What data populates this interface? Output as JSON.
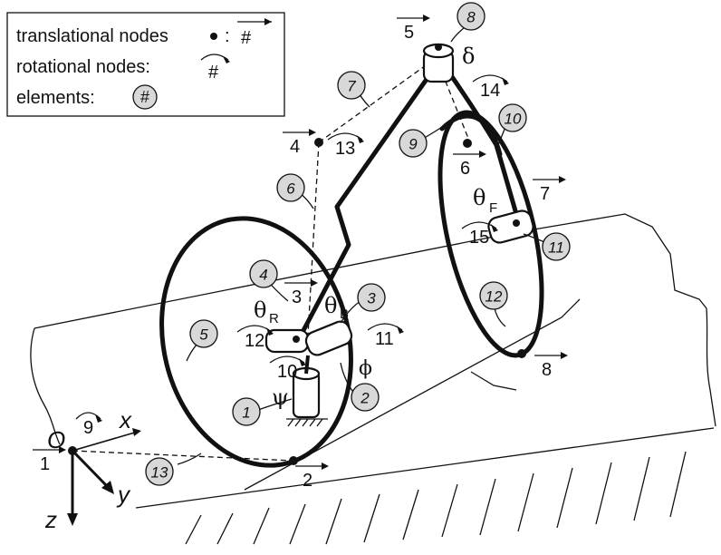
{
  "legend": {
    "translational_label": "translational nodes",
    "translational_sep": ":",
    "translational_sample": "#",
    "rotational_label": "rotational nodes:",
    "rotational_sample": "#",
    "elements_label": "elements:",
    "elements_sample": "#"
  },
  "axes": {
    "origin": "O",
    "x": "x",
    "y": "y",
    "z": "z"
  },
  "symbols": {
    "delta": "δ",
    "theta_f": "θ",
    "theta_f_sub": "F",
    "theta_r": "θ",
    "theta_r_sub": "R",
    "theta_b": "θ",
    "theta_b_sub": "B",
    "phi": "ϕ",
    "psi": "ψ"
  },
  "translational_nodes": [
    "1",
    "2",
    "3",
    "4",
    "5",
    "6",
    "7",
    "8"
  ],
  "rotational_nodes": [
    "9",
    "10",
    "11",
    "12",
    "13",
    "14",
    "15"
  ],
  "elements": [
    "1",
    "2",
    "3",
    "4",
    "5",
    "6",
    "7",
    "8",
    "9",
    "10",
    "11",
    "12",
    "13"
  ]
}
